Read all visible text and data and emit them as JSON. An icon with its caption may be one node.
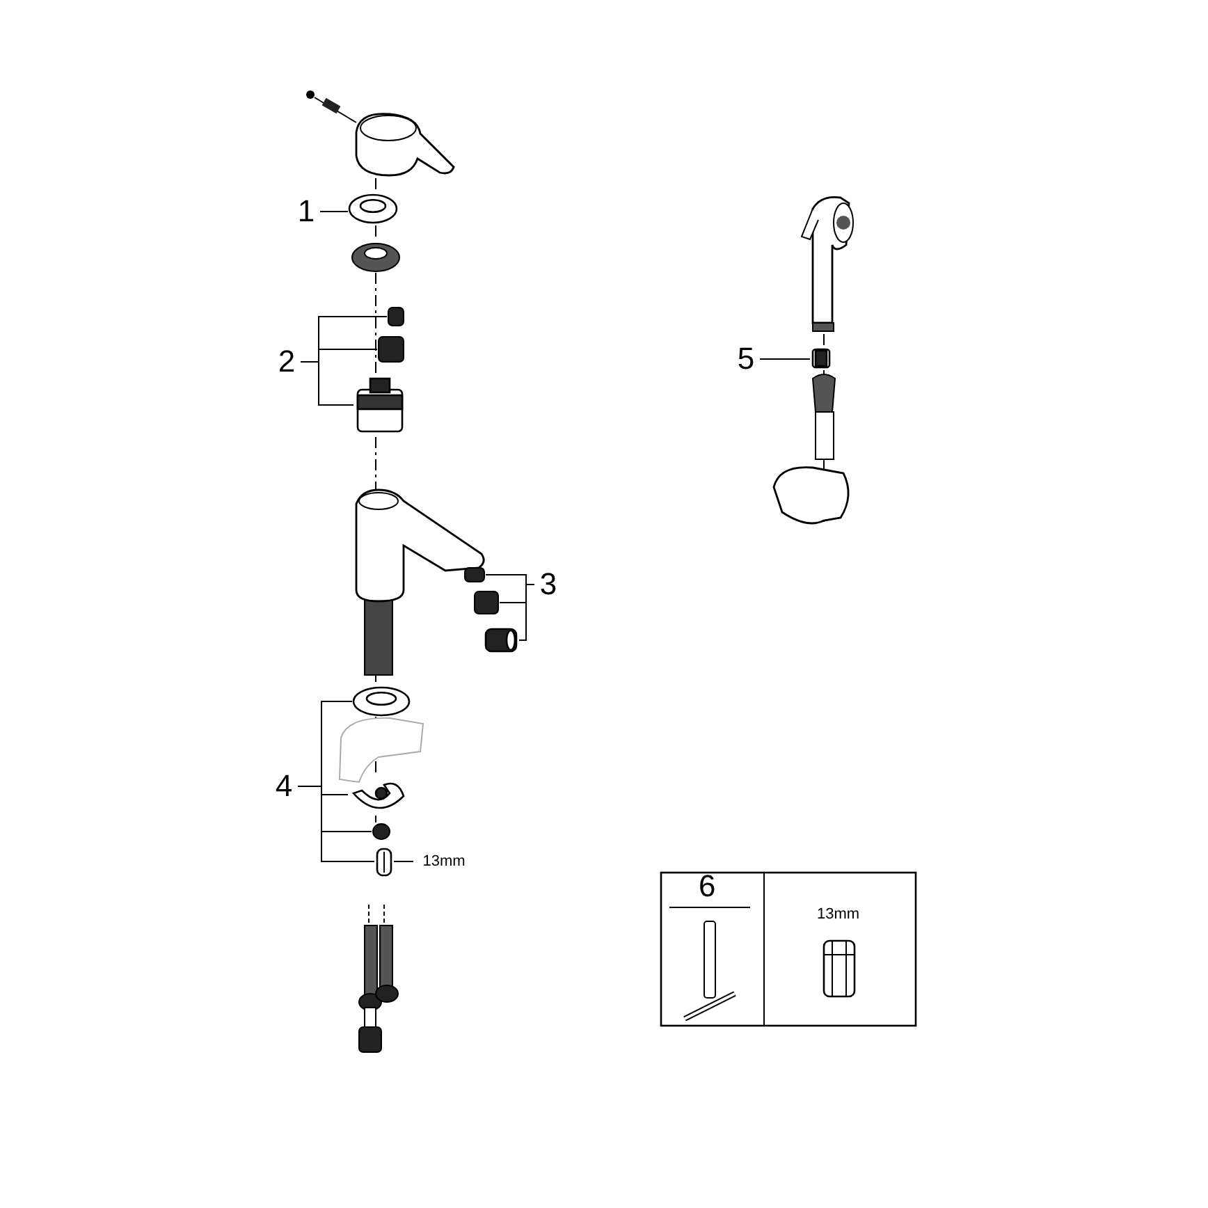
{
  "diagram": {
    "nodes": [
      {
        "text": [
          "1"
        ]
      },
      {
        "text": [],
        "shape": "picture"
      },
      {
        "text": [
          "2"
        ]
      },
      {
        "text": [],
        "shape": "box"
      },
      {
        "text": [],
        "shape": "box"
      },
      {
        "text": [],
        "shape": "picture"
      },
      {
        "text": [
          "3"
        ]
      },
      {
        "text": [],
        "shape": "box"
      },
      {
        "text": [],
        "shape": "box"
      },
      {
        "text": [],
        "shape": "picture"
      },
      {
        "text": [
          "4"
        ]
      },
      {
        "text": [],
        "shape": "picture"
      },
      {
        "text": [],
        "shape": "picture"
      },
      {
        "text": [],
        "shape": "circle"
      },
      {
        "text": [],
        "shape": "picture"
      },
      {
        "text": [
          "13mm"
        ]
      },
      {
        "text": [
          "5"
        ]
      },
      {
        "text": [],
        "shape": "picture"
      }
    ],
    "edges": [
      {
        "from": 0,
        "to": 1,
        "arrow": "none"
      },
      {
        "from": 2,
        "to": 3,
        "arrow": "none"
      },
      {
        "from": 2,
        "to": 4,
        "arrow": "none"
      },
      {
        "from": 2,
        "to": 5,
        "arrow": "none"
      },
      {
        "from": 6,
        "to": 7,
        "arrow": "none"
      },
      {
        "from": 6,
        "to": 8,
        "arrow": "none"
      },
      {
        "from": 6,
        "to": 9,
        "arrow": "none"
      },
      {
        "from": 10,
        "to": 11,
        "arrow": "none"
      },
      {
        "from": 10,
        "to": 12,
        "arrow": "none"
      },
      {
        "from": 10,
        "to": 13,
        "arrow": "none"
      },
      {
        "from": 10,
        "to": 14,
        "arrow": "none"
      },
      {
        "from": 15,
        "to": 14,
        "arrow": "none"
      },
      {
        "from": 16,
        "to": 17,
        "arrow": "none"
      }
    ],
    "labels": [
      "6",
      "13mm"
    ]
  }
}
